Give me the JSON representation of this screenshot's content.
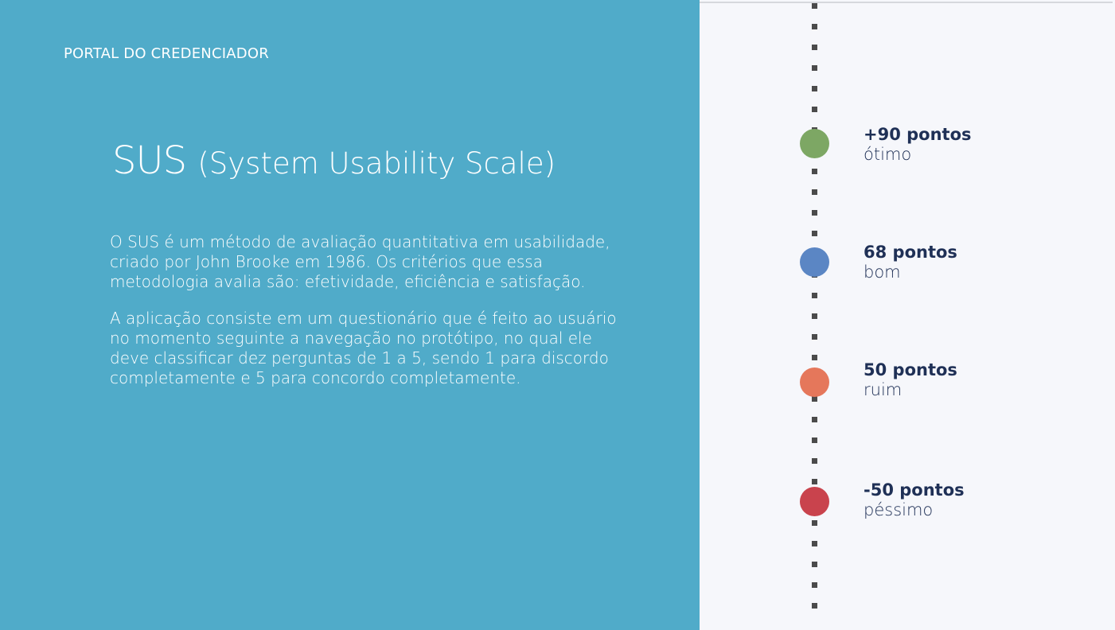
{
  "brand": "PORTAL DO CREDENCIADOR",
  "title": {
    "main": "SUS",
    "sub": "(System Usability Scale)"
  },
  "paragraphs": [
    "O SUS é um método de avaliação quantitativa em usabilidade, criado por John Brooke em 1986. Os critérios que essa metodologia avalia são: efetividade, eficiência e satisfação.",
    "A aplicação consiste em um questionário que é feito ao usuário no momento seguinte a navegação no protótipo, no qual ele deve classificar dez perguntas de 1 a 5, sendo 1 para discordo completamente e 5 para concordo completamente."
  ],
  "scale": [
    {
      "points": "+90 pontos",
      "grade": "ótimo",
      "color": "#7da764"
    },
    {
      "points": "68 pontos",
      "grade": "bom",
      "color": "#5b86c4"
    },
    {
      "points": "50 pontos",
      "grade": "ruim",
      "color": "#e5775b"
    },
    {
      "points": "-50 pontos",
      "grade": "péssimo",
      "color": "#c9434d"
    }
  ],
  "colors": {
    "left_panel": "#50abc9",
    "right_panel": "#f6f7fb",
    "label_text": "#1f3056",
    "timeline": "#4b4b4b"
  }
}
